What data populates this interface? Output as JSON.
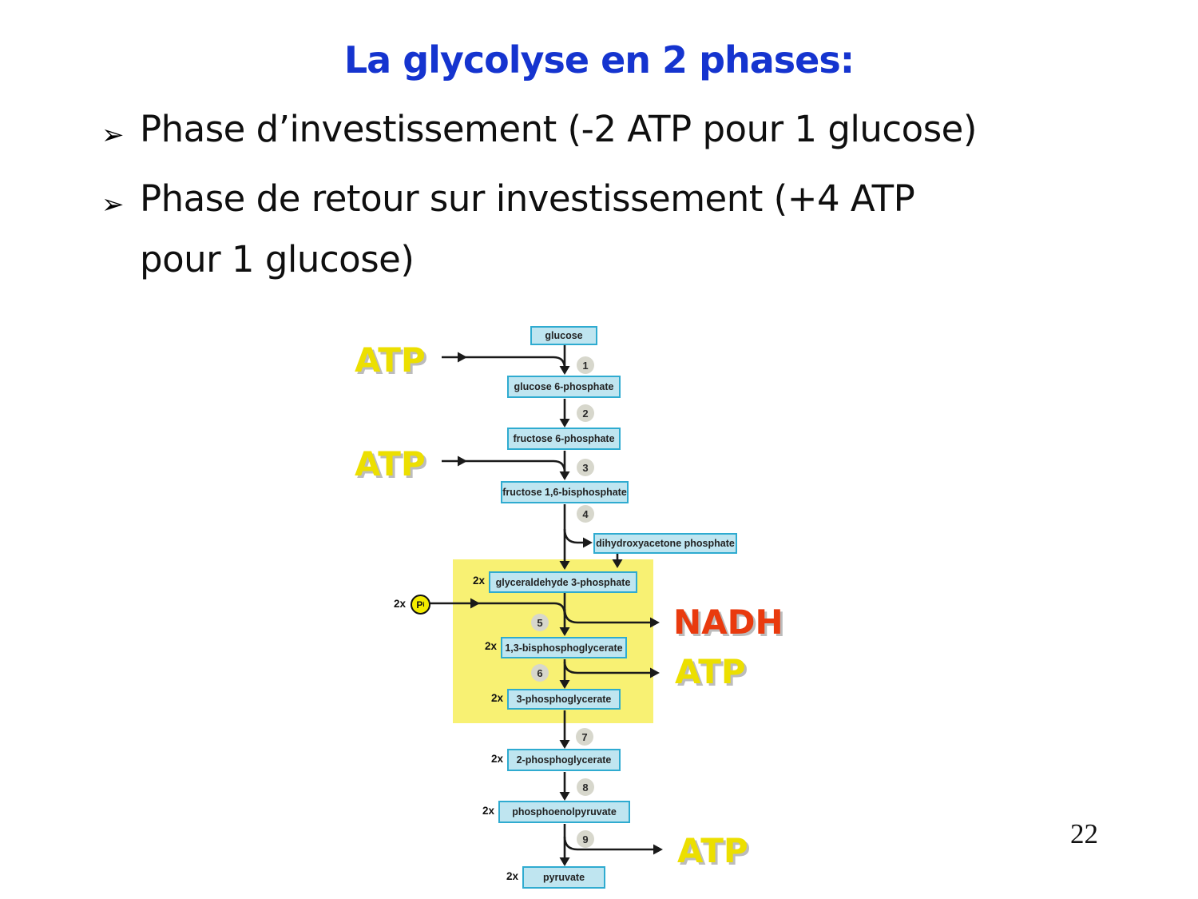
{
  "slide": {
    "title": "La glycolyse en 2 phases:",
    "bullet1": {
      "marker": "➢",
      "text": "Phase d’investissement (-2 ATP pour 1 glucose)"
    },
    "bullet2": {
      "marker": "➢",
      "line1": "Phase de retour sur investissement (+4 ATP",
      "line2": "pour 1 glucose)"
    },
    "page_number": "22"
  },
  "diagram": {
    "boxes": {
      "glucose": "glucose",
      "g6p": "glucose 6-phosphate",
      "f6p": "fructose 6-phosphate",
      "f16bp": "fructose 1,6-bisphosphate",
      "dhap": "dihydroxyacetone phosphate",
      "gap": "glyceraldehyde 3-phosphate",
      "bpg": "1,3-bisphosphoglycerate",
      "pg3": "3-phosphoglycerate",
      "pg2": "2-phosphoglycerate",
      "pep": "phosphoenolpyruvate",
      "pyruvate": "pyruvate"
    },
    "steps": [
      "1",
      "2",
      "3",
      "4",
      "5",
      "6",
      "7",
      "8",
      "9"
    ],
    "multiplier": "2x",
    "labels": {
      "atp_in_1": "ATP",
      "atp_in_2": "ATP",
      "nadh_out": "NADH",
      "atp_out_1": "ATP",
      "atp_out_2": "ATP",
      "pi_symbol": "P",
      "pi_sub": "i"
    },
    "colors": {
      "title_blue": "#1534cf",
      "box_fill": "#bfe5f0",
      "box_border": "#2fabd0",
      "highlight_yellow": "#f8f173",
      "atp_yellow": "#ecdf00",
      "nadh_red": "#e93a0e",
      "step_circle_gray": "#d7d7cc",
      "line_black": "#1a1a1a"
    }
  }
}
